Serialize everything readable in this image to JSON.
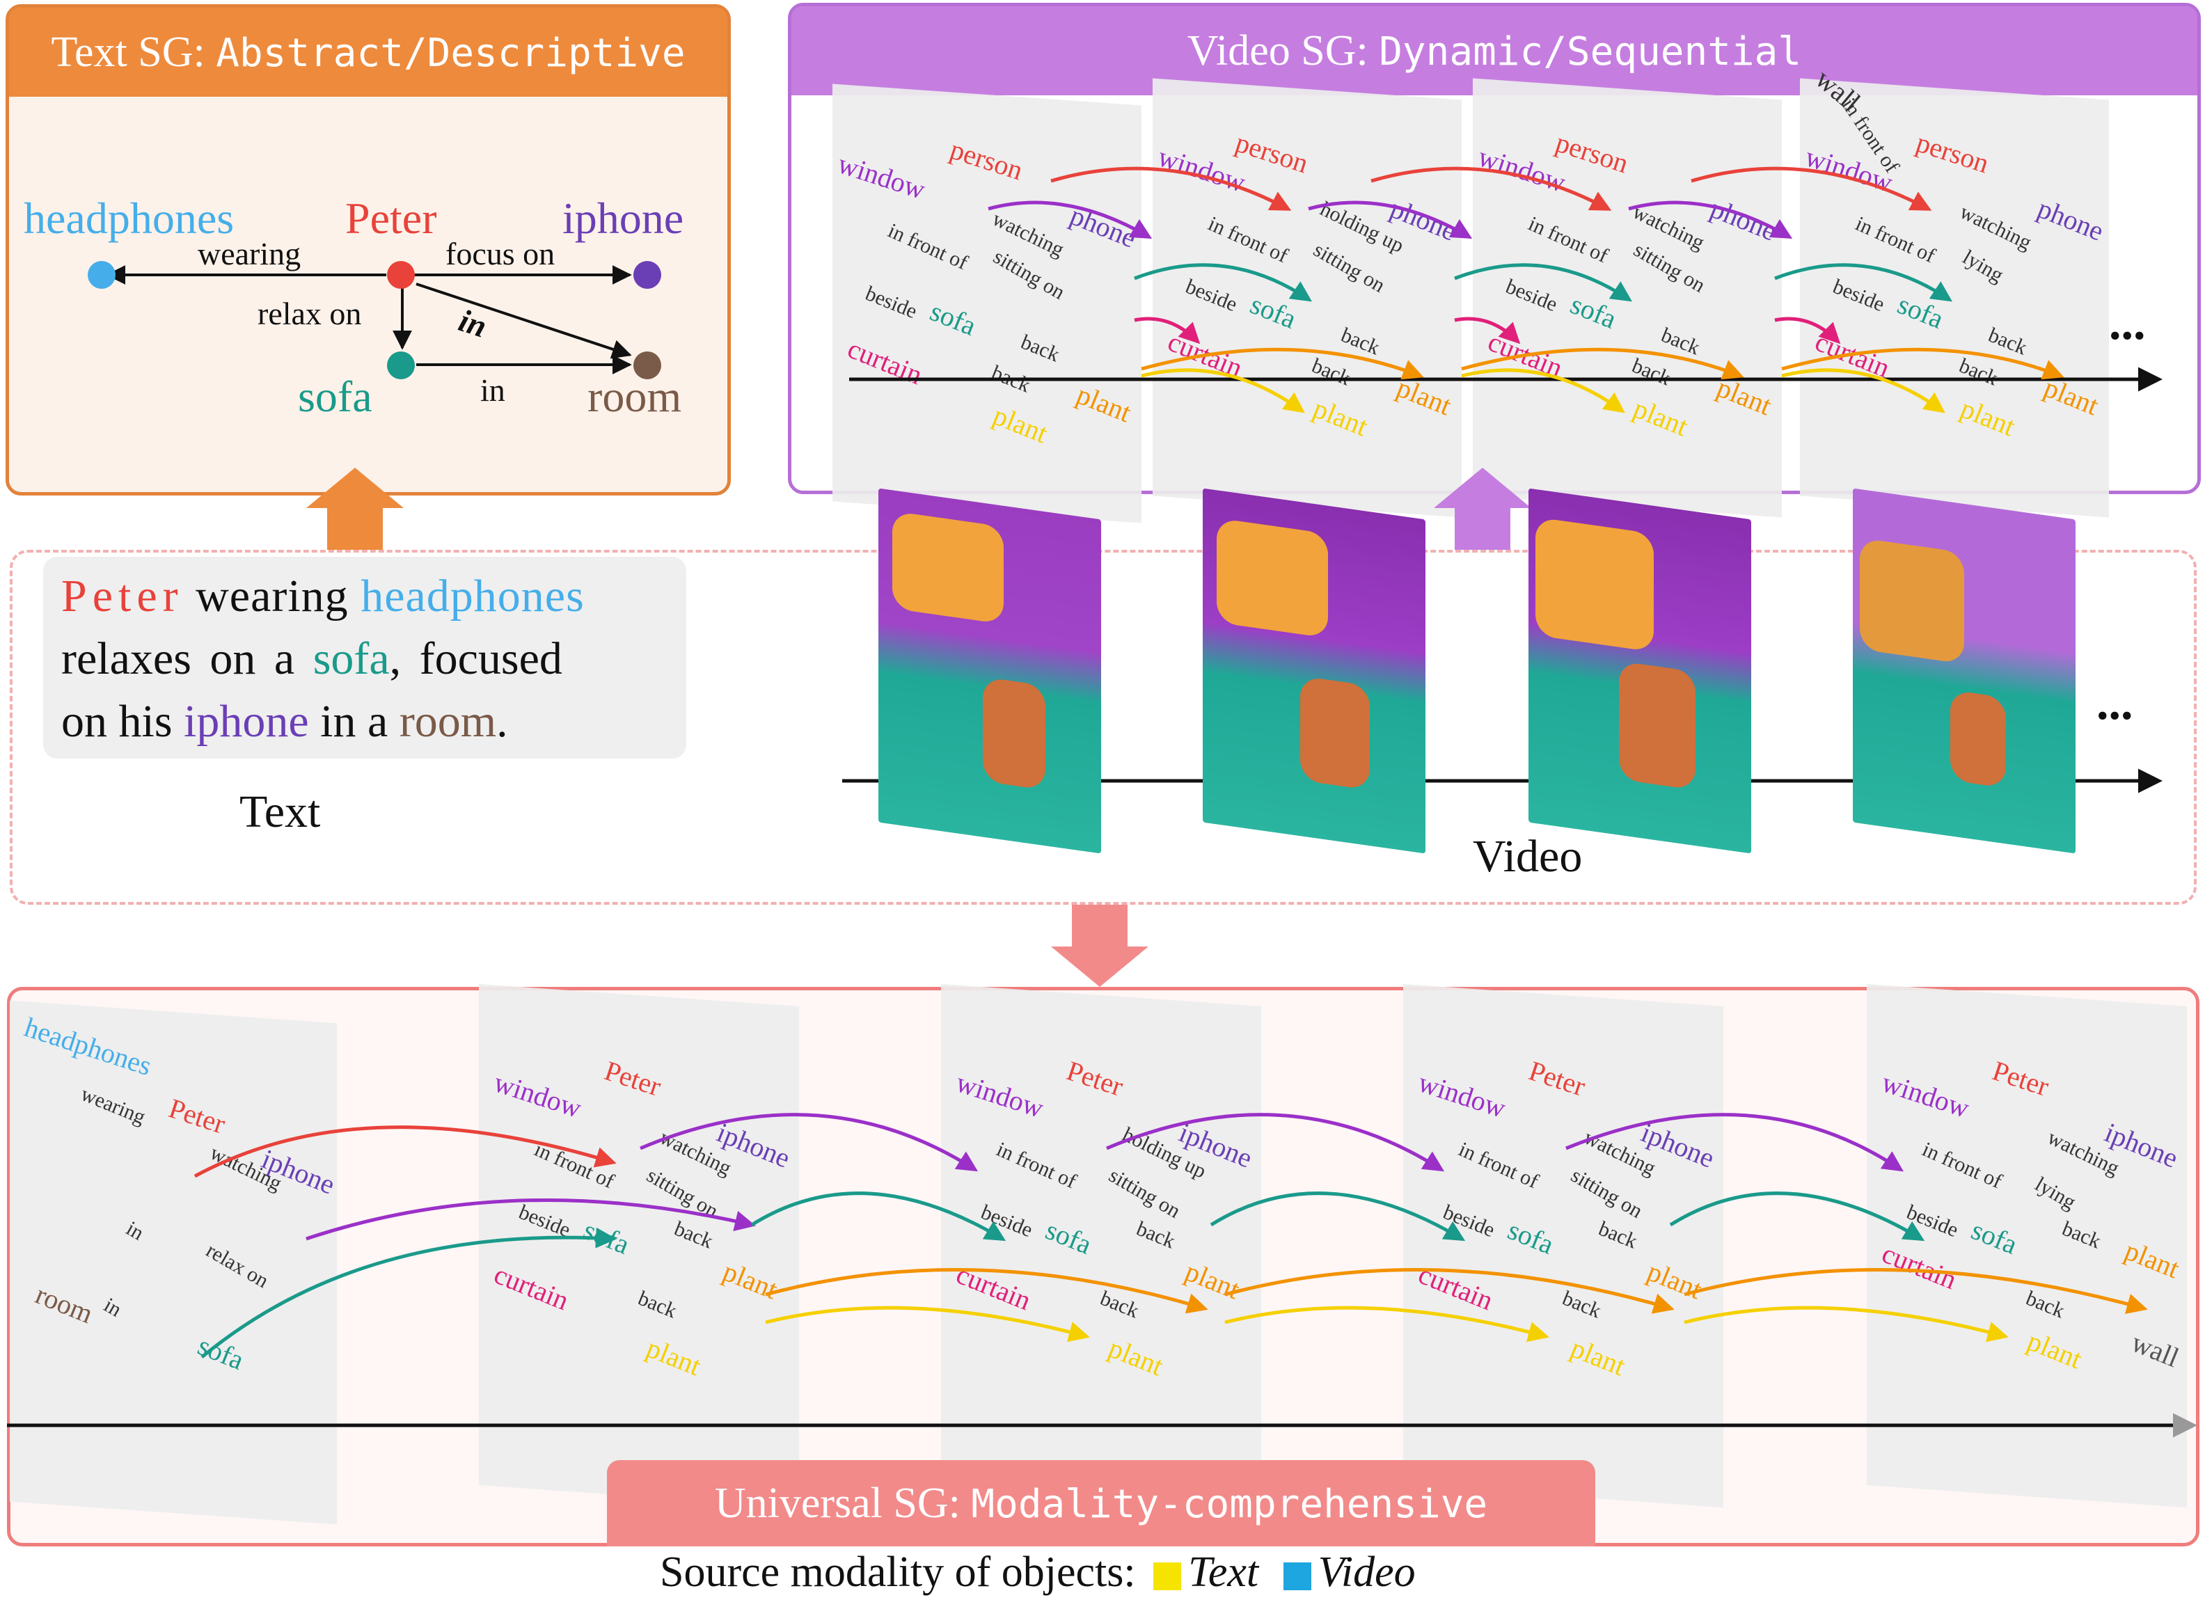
{
  "text_sg": {
    "title_prefix": "Text SG: ",
    "title_suffix": "Abstract/Descriptive",
    "nodes": {
      "headphones": "headphones",
      "peter": "Peter",
      "iphone": "iphone",
      "sofa": "sofa",
      "room": "room"
    },
    "edges": {
      "wearing": "wearing",
      "focus_on": "focus on",
      "relax_on": "relax on",
      "in_bold": "in",
      "in": "in"
    }
  },
  "video_sg": {
    "title_prefix": "Video SG: ",
    "title_suffix": "Dynamic/Sequential",
    "ellipsis": "...",
    "nodes": {
      "window": "window",
      "person": "person",
      "phone": "phone",
      "sofa": "sofa",
      "curtain": "curtain",
      "plant": "plant",
      "wall": "wall"
    },
    "relations": {
      "in_front_of": "in front of",
      "watching": "watching",
      "holding_up": "holding up",
      "lying": "lying",
      "sitting_on": "sitting on",
      "beside": "beside",
      "back": "back"
    }
  },
  "input": {
    "sentence": {
      "peter": "Peter",
      "w1": " wearing ",
      "headphones": "headphones",
      "w2": "relaxes on a ",
      "sofa": "sofa",
      "w3": ", focused",
      "w4": "on his ",
      "iphone": "iphone",
      "w5": " in a ",
      "room": "room",
      "w6": "."
    },
    "text_label": "Text",
    "video_label": "Video",
    "ellipsis": "..."
  },
  "universal_sg": {
    "title_prefix": "Universal SG: ",
    "title_suffix": "Modality-comprehensive",
    "nodes": {
      "headphones": "headphones",
      "peter": "Peter",
      "iphone": "iphone",
      "sofa": "sofa",
      "room": "room",
      "window": "window",
      "curtain": "curtain",
      "plant": "plant",
      "wall": "wall"
    },
    "relations": {
      "wearing": "wearing",
      "watching": "watching",
      "relax_on": "relax on",
      "in": "in",
      "in_front_of": "in front of",
      "sitting_on": "sitting on",
      "holding_up": "holding up",
      "lying": "lying",
      "beside": "beside",
      "back": "back"
    }
  },
  "legend": {
    "prefix": "Source modality of objects:",
    "text": "Text",
    "video": "Video"
  },
  "colors": {
    "orange_panel": "#ee8a3c",
    "purple_panel": "#c57ee0",
    "pink_panel": "#f28a8a",
    "peter": "#e8423a",
    "headphones": "#45aeea",
    "iphone": "#6a3fb5",
    "sofa": "#1a9a8a",
    "room": "#7a5a48",
    "window": "#9b30c8",
    "curtain": "#e0207a",
    "plant": "#f5d000",
    "phone_orange": "#f39200",
    "text_modality": "#f5e400",
    "video_modality": "#1da6e0"
  }
}
